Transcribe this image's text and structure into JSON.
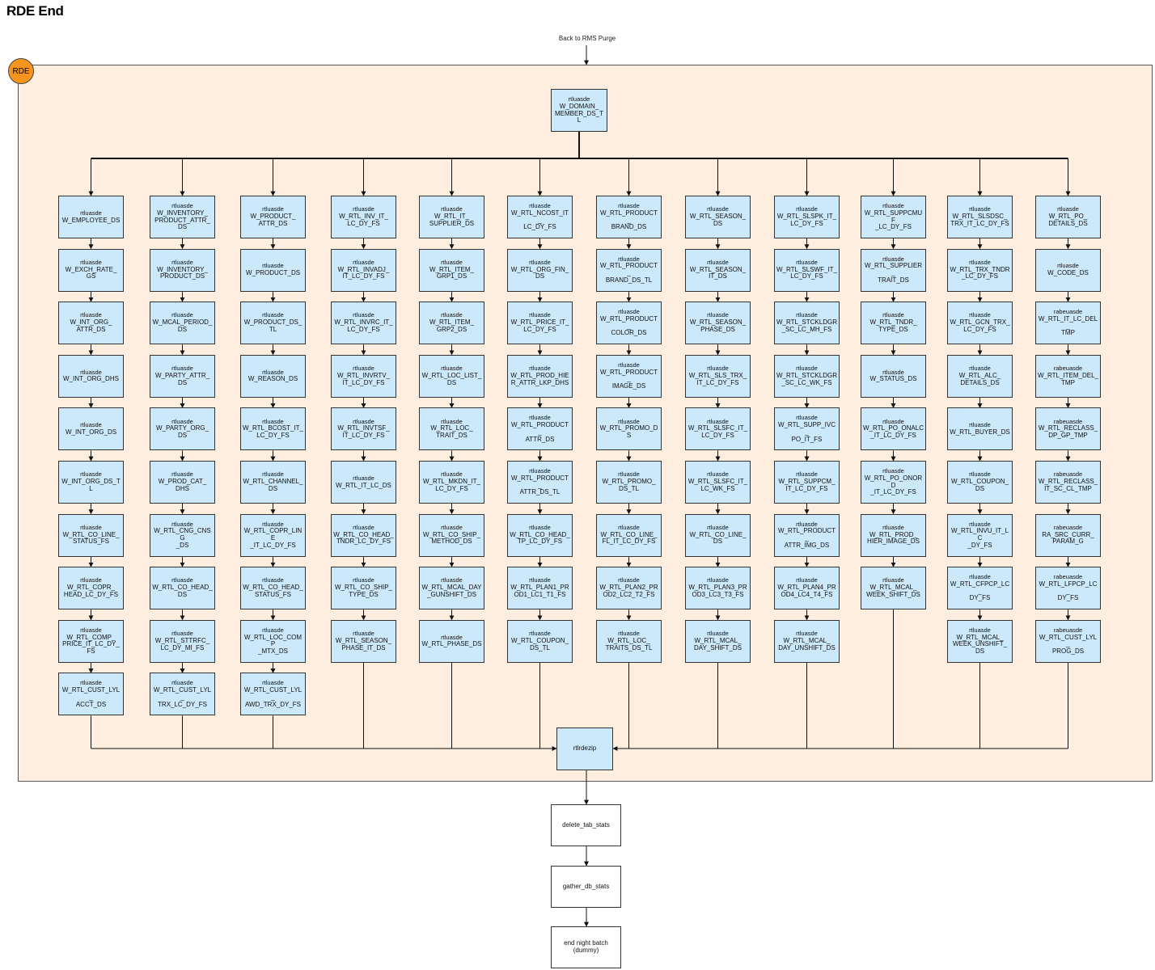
{
  "title": "RDE End",
  "group_label": "RDE",
  "entry_label": "Back to RMS Purge",
  "top_node": {
    "user": "rtluasde",
    "name": "W_DOMAIN_\nMEMBER_DS_TL"
  },
  "zip_node": "rtlrdezip",
  "tail_nodes": [
    "delete_tab_stats",
    "gather_db_stats",
    "end night batch\n(dummy)"
  ],
  "columns": [
    [
      [
        "rtluasde",
        "W_EMPLOYEE_DS"
      ],
      [
        "rtluasde",
        "W_EXCH_RATE_\nGS"
      ],
      [
        "rtluasde",
        "W_INT_ORG_\nATTR_DS"
      ],
      [
        "rtluasde",
        "W_INT_ORG_DHS"
      ],
      [
        "rtluasde",
        "W_INT_ORG_DS"
      ],
      [
        "rtluasde",
        "W_INT_ORG_DS_TL"
      ],
      [
        "rtluasde",
        "W_RTL_CO_LINE_\nSTATUS_FS"
      ],
      [
        "rtluasde",
        "W_RTL_COPR_\nHEAD_LC_DY_FS"
      ],
      [
        "rtluasde",
        "W_RTL_COMP_\nPRICE_IT_LC_DY_\nFS"
      ],
      [
        "rtluasde",
        "W_RTL_CUST_LYL_\nACCT_DS"
      ]
    ],
    [
      [
        "rtluasde",
        "W_INVENTORY_\nPRODUCT_ATTR_\nDS"
      ],
      [
        "rtluasde",
        "W_INVENTORY_\nPRODUCT_DS"
      ],
      [
        "rtluasde",
        "W_MCAL_PERIOD_\nDS"
      ],
      [
        "rtluasde",
        "W_PARTY_ATTR_\nDS"
      ],
      [
        "rtluasde",
        "W_PARTY_ORG_\nDS"
      ],
      [
        "rtluasde",
        "W_PROD_CAT_\nDHS"
      ],
      [
        "rtluasde",
        "W_RTL_CNG_CNSG\n_DS"
      ],
      [
        "rtluasde",
        "W_RTL_CO_HEAD_\nDS"
      ],
      [
        "rtluasde",
        "W_RTL_STTRFC_\nLC_DY_MI_FS"
      ],
      [
        "rtluasde",
        "W_RTL_CUST_LYL_\nTRX_LC_DY_FS"
      ]
    ],
    [
      [
        "rtluasde",
        "W_PRODUCT_\nATTR_DS"
      ],
      [
        "rtluasde",
        "W_PRODUCT_DS"
      ],
      [
        "rtluasde",
        "W_PRODUCT_DS_\nTL"
      ],
      [
        "rtluasde",
        "W_REASON_DS"
      ],
      [
        "rtluasde",
        "W_RTL_BCOST_IT_\nLC_DY_FS"
      ],
      [
        "rtluasde",
        "W_RTL_CHANNEL_\nDS"
      ],
      [
        "rtluasde",
        "W_RTL_COPR_LINE\n_IT_LC_DY_FS"
      ],
      [
        "rtluasde",
        "W_RTL_CO_HEAD_\nSTATUS_FS"
      ],
      [
        "rtluasde",
        "W_RTL_LOC_COMP\n_MTX_DS"
      ],
      [
        "rtluasde",
        "W_RTL_CUST_LYL_\nAWD_TRX_DY_FS"
      ]
    ],
    [
      [
        "rtluasde",
        "W_RTL_INV_IT_\nLC_DY_FS"
      ],
      [
        "rtluasde",
        "W_RTL_INVADJ_\nIT_LC_DY_FS"
      ],
      [
        "rtluasde",
        "W_RTL_INVRC_IT_\nLC_DY_FS"
      ],
      [
        "rtluasde",
        "W_RTL_INVRTV_\nIT_LC_DY_FS"
      ],
      [
        "rtluasde",
        "W_RTL_INVTSF_\nIT_LC_DY_FS"
      ],
      [
        "rtluasde",
        "W_RTL_IT_LC_DS"
      ],
      [
        "rtluasde",
        "W_RTL_CO_HEAD_\nTNDR_LC_DY_FS"
      ],
      [
        "rtluasde",
        "W_RTL_CO_SHIP_\nTYPE_DS"
      ],
      [
        "rtluasde",
        "W_RTL_SEASON_\nPHASE_IT_DS"
      ]
    ],
    [
      [
        "rtluasde",
        "W_RTL_IT_\nSUPPLIER_DS"
      ],
      [
        "rtluasde",
        "W_RTL_ITEM_\nGRP1_DS"
      ],
      [
        "rtluasde",
        "W_RTL_ITEM_\nGRP2_DS"
      ],
      [
        "rtluasde",
        "W_RTL_LOC_LIST_\nDS"
      ],
      [
        "rtluasde",
        "W_RTL_LOC_\nTRAIT_DS"
      ],
      [
        "rtluasde",
        "W_RTL_MKDN_IT_\nLC_DY_FS"
      ],
      [
        "rtluasde",
        "W_RTL_CO_SHIP_\nMETHOD_DS"
      ],
      [
        "rtluasde",
        "W_RTL_MCAL_DAY\n_GUNSHIFT_DS"
      ],
      [
        "rtluasde",
        "W_RTL_PHASE_DS"
      ]
    ],
    [
      [
        "rtluasde",
        "W_RTL_NCOST_IT_\nLC_DY_FS"
      ],
      [
        "rtluasde",
        "W_RTL_ORG_FIN_\nDS"
      ],
      [
        "rtluasde",
        "W_RTL_PRICE_IT_\nLC_DY_FS"
      ],
      [
        "rtluasde",
        "W_RTL_PROD_HIE\nR_ATTR_LKP_DHS"
      ],
      [
        "rtluasde",
        "W_RTL_PRODUCT_\nATTR_DS"
      ],
      [
        "rtluasde",
        "W_RTL_PRODUCT_\nATTR_DS_TL"
      ],
      [
        "rtluasde",
        "W_RTL_CO_HEAD_\nTP_LC_DY_FS"
      ],
      [
        "rtluasde",
        "W_RTL_PLAN1_PR\nOD1_LC1_T1_FS"
      ],
      [
        "rtluasde",
        "W_RTL_COUPON_\nDS_TL"
      ]
    ],
    [
      [
        "rtluasde",
        "W_RTL_PRODUCT_\nBRAND_DS"
      ],
      [
        "rtluasde",
        "W_RTL_PRODUCT_\nBRAND_DS_TL"
      ],
      [
        "rtluasde",
        "W_RTL_PRODUCT_\nCOLOR_DS"
      ],
      [
        "rtluasde",
        "W_RTL_PRODUCT_\nIMAGE_DS"
      ],
      [
        "rtluasde",
        "W_RTL_PROMO_DS"
      ],
      [
        "rtluasde",
        "W_RTL_PROMO_\nDS_TL"
      ],
      [
        "rtluasde",
        "W_RTL_CO_LINE_\nFL_IT_LC_DY_FS"
      ],
      [
        "rtluasde",
        "W_RTL_PLAN2_PR\nOD2_LC2_T2_FS"
      ],
      [
        "rtluasde",
        "W_RTL_LOC_\nTRAITS_DS_TL"
      ]
    ],
    [
      [
        "rtluasde",
        "W_RTL_SEASON_\nDS"
      ],
      [
        "rtluasde",
        "W_RTL_SEASON_\nIT_DS"
      ],
      [
        "rtluasde",
        "W_RTL_SEASON_\nPHASE_DS"
      ],
      [
        "rtluasde",
        "W_RTL_SLS_TRX_\nIT_LC_DY_FS"
      ],
      [
        "rtluasde",
        "W_RTL_SLSFC_IT_\nLC_DY_FS"
      ],
      [
        "rtluasde",
        "W_RTL_SLSFC_IT_\nLC_WK_FS"
      ],
      [
        "rtluasde",
        "W_RTL_CO_LINE_\nDS"
      ],
      [
        "rtluasde",
        "W_RTL_PLAN3_PR\nOD3_LC3_T3_FS"
      ],
      [
        "rtluasde",
        "W_RTL_MCAL_\nDAY_SHIFT_DS"
      ]
    ],
    [
      [
        "rtluasde",
        "W_RTL_SLSPK_IT_\nLC_DY_FS"
      ],
      [
        "rtluasde",
        "W_RTL_SLSWF_IT_\nLC_DY_FS"
      ],
      [
        "rtluasde",
        "W_RTL_STCKLDGR\n_SC_LC_MH_FS"
      ],
      [
        "rtluasde",
        "W_RTL_STCKLDGR\n_SC_LC_WK_FS"
      ],
      [
        "rtluasde",
        "W_RTL_SUPP_IVC_\nPO_IT_FS"
      ],
      [
        "rtluasde",
        "W_RTL_SUPPCM_\nIT_LC_DY_FS"
      ],
      [
        "rtluasde",
        "W_RTL_PRODUCT_\nATTR_IMG_DS"
      ],
      [
        "rtluasde",
        "W_RTL_PLAN4_PR\nOD4_LC4_T4_FS"
      ],
      [
        "rtluasde",
        "W_RTL_MCAL_\nDAY_UNSHIFT_DS"
      ]
    ],
    [
      [
        "rtluasde",
        "W_RTL_SUPPCMUF\n_LC_DY_FS"
      ],
      [
        "rtluasde",
        "W_RTL_SUPPLIER_\nTRAIT_DS"
      ],
      [
        "rtluasde",
        "W_RTL_TNDR_\nTYPE_DS"
      ],
      [
        "rtluasde",
        "W_STATUS_DS"
      ],
      [
        "rtluasde",
        "W_RTL_PO_ONALC\n_IT_LC_DY_FS"
      ],
      [
        "rtluasde",
        "W_RTL_PO_ONORD\n_IT_LC_DY_FS"
      ],
      [
        "rtluasde",
        "W_RTL_PROD_\nHIER_IMAGE_DS"
      ],
      [
        "rtluasde",
        "W_RTL_MCAL_\nWEEK_SHIFT_DS"
      ]
    ],
    [
      [
        "rtluasde",
        "W_RTL_SLSDSC_\nTRX_IT_LC_DY_FS"
      ],
      [
        "rtluasde",
        "W_RTL_TRX_TNDR\n_LC_DY_FS"
      ],
      [
        "rtluasde",
        "W_RTL_GCN_TRX_\nLC_DY_FS"
      ],
      [
        "rtluasde",
        "W_RTL_ALC_\nDETAILS_DS"
      ],
      [
        "rtluasde",
        "W_RTL_BUYER_DS"
      ],
      [
        "rtluasde",
        "W_RTL_COUPON_\nDS"
      ],
      [
        "rtluasde",
        "W_RTL_INVU_IT_LC\n_DY_FS"
      ],
      [
        "rtluasde",
        "W_RTL_CFPCP_LC_\nDY_FS"
      ],
      [
        "rtluasde",
        "W_RTL_MCAL_\nWEEK_UNSHIFT_\nDS"
      ]
    ],
    [
      [
        "rtluasde",
        "W_RTL_PO_\nDETAILS_DS"
      ],
      [
        "rtluasde",
        "W_CODE_DS"
      ],
      [
        "rabeuasde",
        "W_RTL_IT_LC_DEL_\nTMP"
      ],
      [
        "rabeuasde",
        "W_RTL_ITEM_DEL_\nTMP"
      ],
      [
        "rabeuasde",
        "W_RTL_RECLASS_\nDP_GP_TMP"
      ],
      [
        "rabeuasde",
        "W_RTL_RECLASS_\nIT_SC_CL_TMP"
      ],
      [
        "rabeuasde",
        "RA_SRC_CURR_\nPARAM_G"
      ],
      [
        "rabeuasde",
        "W_RTL_LFPCP_LC_\nDY_FS"
      ],
      [
        "rabeuasde",
        "W_RTL_CUST_LYL_\nPROG_DS"
      ]
    ]
  ],
  "colors": {
    "area": "#fdeee0",
    "job": "#cce9fb",
    "badge": "#f7941d",
    "border": "#333333"
  }
}
